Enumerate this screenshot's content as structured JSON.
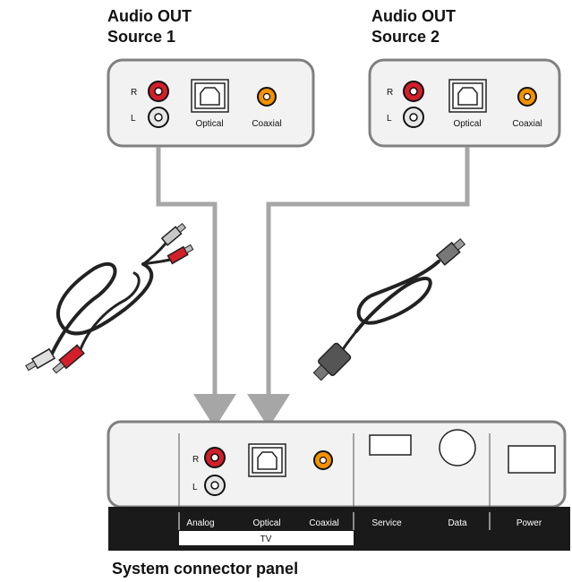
{
  "source1": {
    "title_line1": "Audio OUT",
    "title_line2": "Source 1",
    "r_label": "R",
    "l_label": "L",
    "optical_label": "Optical",
    "coaxial_label": "Coaxial"
  },
  "source2": {
    "title_line1": "Audio OUT",
    "title_line2": "Source 2",
    "r_label": "R",
    "l_label": "L",
    "optical_label": "Optical",
    "coaxial_label": "Coaxial"
  },
  "panel": {
    "title": "System connector panel",
    "r_label": "R",
    "l_label": "L",
    "bar_labels": {
      "analog": "Analog",
      "optical": "Optical",
      "coaxial": "Coaxial",
      "service": "Service",
      "data": "Data",
      "power": "Power"
    },
    "tv_label": "TV"
  },
  "colors": {
    "red_jack": "#d21f2b",
    "orange_jack": "#f39200",
    "white_jack": "#e6e6e6",
    "box_fill": "#f2f2f2",
    "box_stroke": "#808080",
    "line_gray": "#a6a6a6",
    "bar_black": "#1a1a1a"
  }
}
